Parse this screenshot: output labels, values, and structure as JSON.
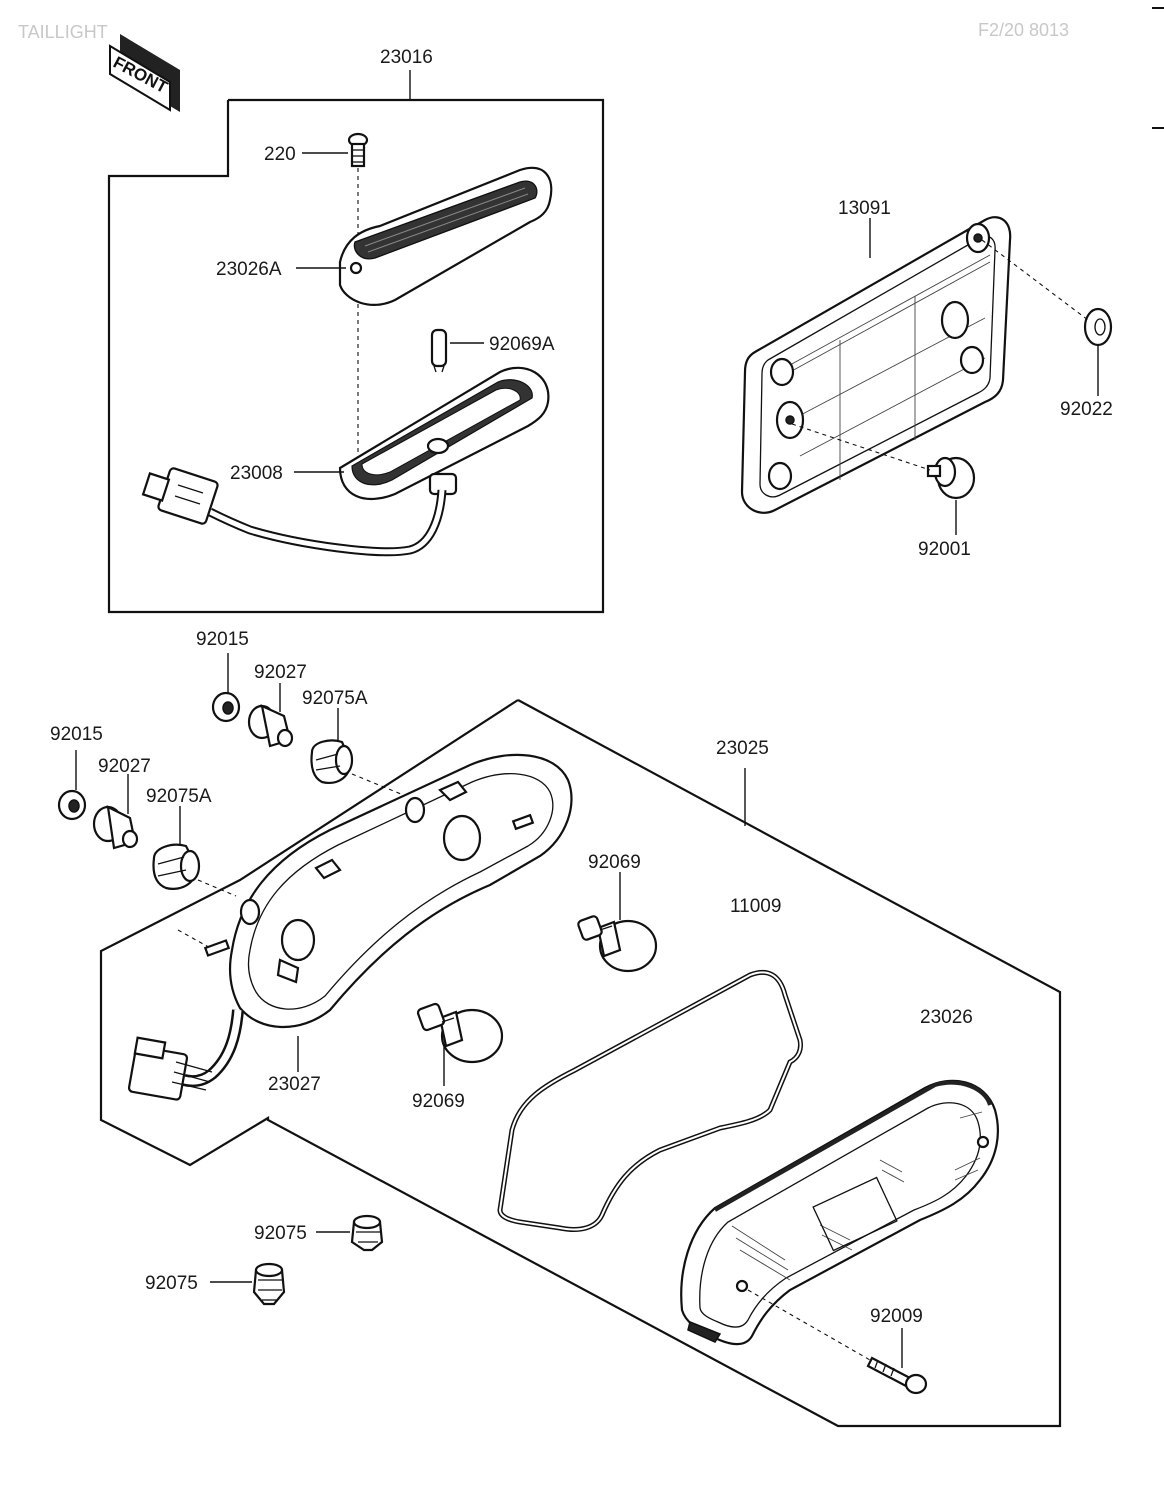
{
  "header": {
    "section_title": "TAILLIGHT",
    "ref_code": "F2/20 8013",
    "front_badge": "FRONT"
  },
  "callouts": {
    "assy_lamp": "23016",
    "screw_top": "220",
    "lens_small": "23026A",
    "bulb_small": "92069A",
    "housing_small": "23008",
    "bracket_plate": "13091",
    "washer_plate": "92022",
    "bolt_plate": "92001",
    "nut_upper": "92015",
    "collar_upper": "92027",
    "damper_upper": "92075A",
    "nut_left": "92015",
    "collar_left": "92027",
    "damper_left": "92075A",
    "assy_taillight": "23025",
    "bulb_right": "92069",
    "gasket": "11009",
    "lens_main": "23026",
    "housing_main": "23027",
    "bulb_left": "92069",
    "damper_a": "92075",
    "damper_b": "92075",
    "screw_lens": "92009"
  }
}
